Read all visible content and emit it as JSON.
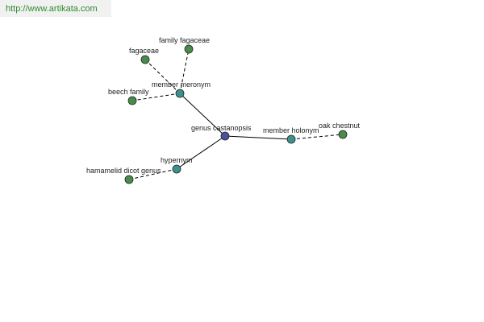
{
  "header": {
    "url": "http://www.artikata.com"
  },
  "colors": {
    "url_text": "#2e8b2e",
    "url_background": "#f1f1f1",
    "center_node": "#4a4f9e",
    "relation_node": "#3f8f8f",
    "leaf_node": "#4a8a4a",
    "edge": "#000000"
  },
  "graph": {
    "nodes": {
      "genus_castanopsis": {
        "label": "genus castanopsis",
        "kind": "center"
      },
      "member_meronym": {
        "label": "member meronym",
        "kind": "relation"
      },
      "member_holonym": {
        "label": "member holonym",
        "kind": "relation"
      },
      "hypernym": {
        "label": "hypernym",
        "kind": "relation"
      },
      "fagaceae": {
        "label": "fagaceae",
        "kind": "leaf"
      },
      "family_fagaceae": {
        "label": "family fagaceae",
        "kind": "leaf"
      },
      "beech_family": {
        "label": "beech family",
        "kind": "leaf"
      },
      "oak_chestnut": {
        "label": "oak chestnut",
        "kind": "leaf"
      },
      "hamamelid_dicot_genus": {
        "label": "hamamelid dicot genus",
        "kind": "leaf"
      }
    },
    "edges": [
      {
        "from": "genus_castanopsis",
        "to": "member_meronym",
        "style": "solid"
      },
      {
        "from": "genus_castanopsis",
        "to": "member_holonym",
        "style": "solid"
      },
      {
        "from": "genus_castanopsis",
        "to": "hypernym",
        "style": "solid"
      },
      {
        "from": "member_meronym",
        "to": "fagaceae",
        "style": "dashed"
      },
      {
        "from": "member_meronym",
        "to": "family_fagaceae",
        "style": "dashed"
      },
      {
        "from": "member_meronym",
        "to": "beech_family",
        "style": "dashed"
      },
      {
        "from": "member_holonym",
        "to": "oak_chestnut",
        "style": "dashed"
      },
      {
        "from": "hypernym",
        "to": "hamamelid_dicot_genus",
        "style": "dashed"
      }
    ]
  }
}
